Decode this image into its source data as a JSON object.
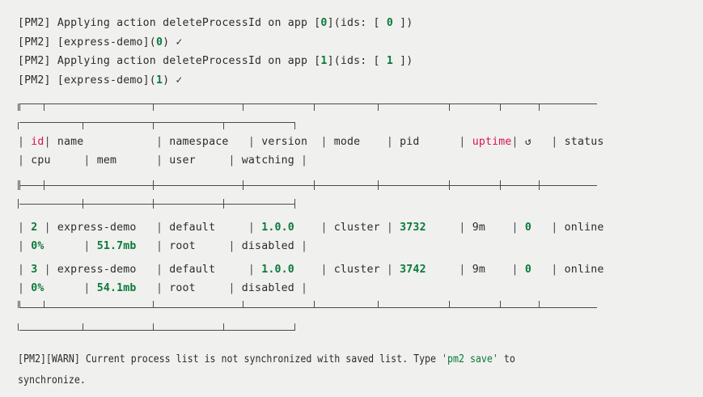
{
  "terminal": {
    "background_color": "#f0f0ee",
    "foreground_color": "#2b2b2b",
    "accent_green": "#0a7a3c",
    "accent_red": "#d61350",
    "border_color": "#4a4a4a"
  },
  "log": {
    "lines": [
      {
        "id": "delete-0",
        "segments": [
          {
            "text": "[PM2] Applying action deleteProcessId on app [",
            "style": "dark"
          },
          {
            "text": "0",
            "style": "green"
          },
          {
            "text": "](ids: [ ",
            "style": "dark"
          },
          {
            "text": "0",
            "style": "green"
          },
          {
            "text": " ])",
            "style": "dark"
          }
        ]
      },
      {
        "id": "result-0",
        "segments": [
          {
            "text": "[PM2] [express-demo](",
            "style": "dark"
          },
          {
            "text": "0",
            "style": "green"
          },
          {
            "text": ") ",
            "style": "dark"
          },
          {
            "text": "✓",
            "style": "check"
          }
        ]
      },
      {
        "id": "delete-1",
        "segments": [
          {
            "text": "[PM2] Applying action deleteProcessId on app [",
            "style": "dark"
          },
          {
            "text": "1",
            "style": "green"
          },
          {
            "text": "](ids: [ ",
            "style": "dark"
          },
          {
            "text": "1",
            "style": "green"
          },
          {
            "text": " ])",
            "style": "dark"
          }
        ]
      },
      {
        "id": "result-1",
        "segments": [
          {
            "text": "[PM2] [express-demo](",
            "style": "dark"
          },
          {
            "text": "1",
            "style": "green"
          },
          {
            "text": ") ",
            "style": "dark"
          },
          {
            "text": "✓",
            "style": "check"
          }
        ]
      }
    ]
  },
  "process_table": {
    "header_primary": [
      {
        "label": "id",
        "style": "red"
      },
      {
        "label": "name",
        "style": "dark"
      },
      {
        "label": "namespace",
        "style": "dark"
      },
      {
        "label": "version",
        "style": "dark"
      },
      {
        "label": "mode",
        "style": "dark"
      },
      {
        "label": "pid",
        "style": "dark"
      },
      {
        "label": "uptime",
        "style": "red"
      },
      {
        "label": "↺",
        "style": "dark"
      },
      {
        "label": "status",
        "style": "dark"
      }
    ],
    "header_secondary": [
      {
        "label": "cpu",
        "style": "dark"
      },
      {
        "label": "mem",
        "style": "dark"
      },
      {
        "label": "user",
        "style": "dark"
      },
      {
        "label": "watching",
        "style": "dark"
      }
    ],
    "rows": [
      {
        "primary": [
          {
            "value": "2",
            "style": "green"
          },
          {
            "value": "express-demo",
            "style": "dark"
          },
          {
            "value": "default",
            "style": "dark"
          },
          {
            "value": "1.0.0",
            "style": "green"
          },
          {
            "value": "cluster",
            "style": "dark"
          },
          {
            "value": "3732",
            "style": "green"
          },
          {
            "value": "9m",
            "style": "dark"
          },
          {
            "value": "0",
            "style": "green"
          },
          {
            "value": "online",
            "style": "dark"
          }
        ],
        "secondary": [
          {
            "value": "0%",
            "style": "green"
          },
          {
            "value": "51.7mb",
            "style": "green"
          },
          {
            "value": "root",
            "style": "dark"
          },
          {
            "value": "disabled",
            "style": "dark"
          }
        ]
      },
      {
        "primary": [
          {
            "value": "3",
            "style": "green"
          },
          {
            "value": "express-demo",
            "style": "dark"
          },
          {
            "value": "default",
            "style": "dark"
          },
          {
            "value": "1.0.0",
            "style": "green"
          },
          {
            "value": "cluster",
            "style": "dark"
          },
          {
            "value": "3742",
            "style": "green"
          },
          {
            "value": "9m",
            "style": "dark"
          },
          {
            "value": "0",
            "style": "green"
          },
          {
            "value": "online",
            "style": "dark"
          }
        ],
        "secondary": [
          {
            "value": "0%",
            "style": "green"
          },
          {
            "value": "54.1mb",
            "style": "green"
          },
          {
            "value": "root",
            "style": "dark"
          },
          {
            "value": "disabled",
            "style": "dark"
          }
        ]
      }
    ]
  },
  "warning": {
    "segments": [
      {
        "text": "[PM2][WARN] Current process list is not synchronized with saved list. Type ",
        "style": "dark"
      },
      {
        "text": "'pm2 save'",
        "style": "green-plain"
      },
      {
        "text": " to",
        "style": "dark"
      }
    ],
    "continuation": "synchronize."
  }
}
